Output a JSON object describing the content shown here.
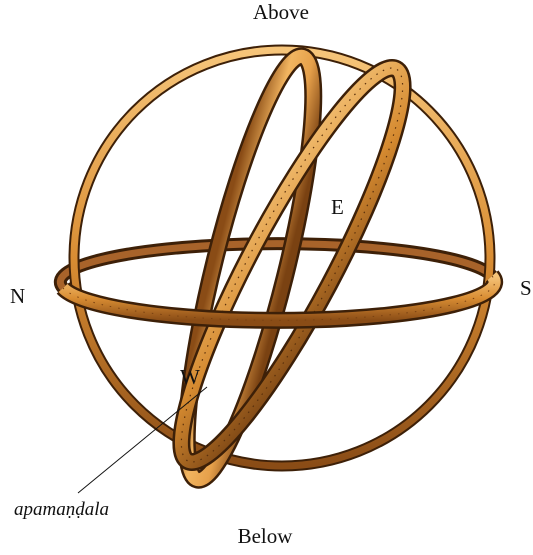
{
  "labels": {
    "above": "Above",
    "below": "Below",
    "north": "N",
    "south": "S",
    "east": "E",
    "west": "W",
    "ring_name": "apamaṇḍala"
  },
  "colors": {
    "ring_light": "#f2b560",
    "ring_mid": "#d98d33",
    "ring_dark": "#6e3b10",
    "ring_edge": "#3d2008",
    "text": "#111111",
    "background": "#ffffff"
  }
}
